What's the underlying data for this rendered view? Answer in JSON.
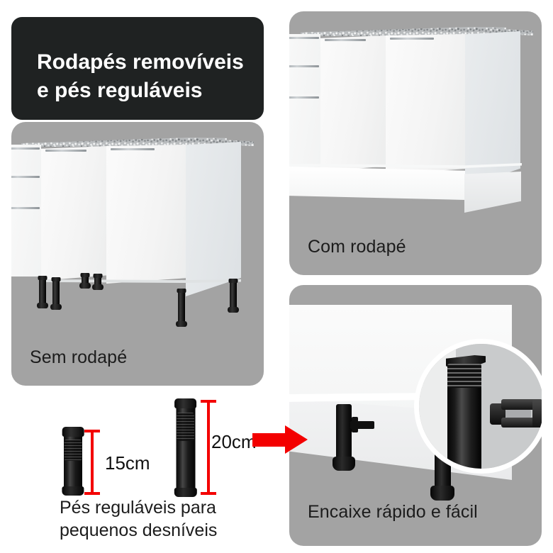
{
  "title_card": {
    "text": "Rodapés removíveis\ne pés reguláveis",
    "background": "#1f2222",
    "text_color": "#ffffff"
  },
  "panels": {
    "without_baseboard": {
      "caption": "Sem rodapé",
      "background": "#a3a3a3"
    },
    "with_baseboard": {
      "caption": "Com rodapé",
      "background": "#a3a3a3"
    },
    "quick_fit": {
      "caption": "Encaixe rápido e fácil",
      "background": "#a3a3a3"
    }
  },
  "measurements": {
    "caption": "Pés reguláveis para\npequenos desníveis",
    "legs": [
      {
        "label": "15cm",
        "height_cm": 15
      },
      {
        "label": "20cm",
        "height_cm": 20
      }
    ],
    "dimension_color": "#f30000"
  },
  "arrow": {
    "name": "right-arrow",
    "color": "#f30000"
  },
  "colors": {
    "panel_gray": "#a3a3a3",
    "page_background": "#ffffff",
    "cabinet_white": "#fbfbfb",
    "countertop_gray": "#b9bcbe",
    "leg_black": "#101010",
    "caption_text": "#1c1c1c"
  }
}
